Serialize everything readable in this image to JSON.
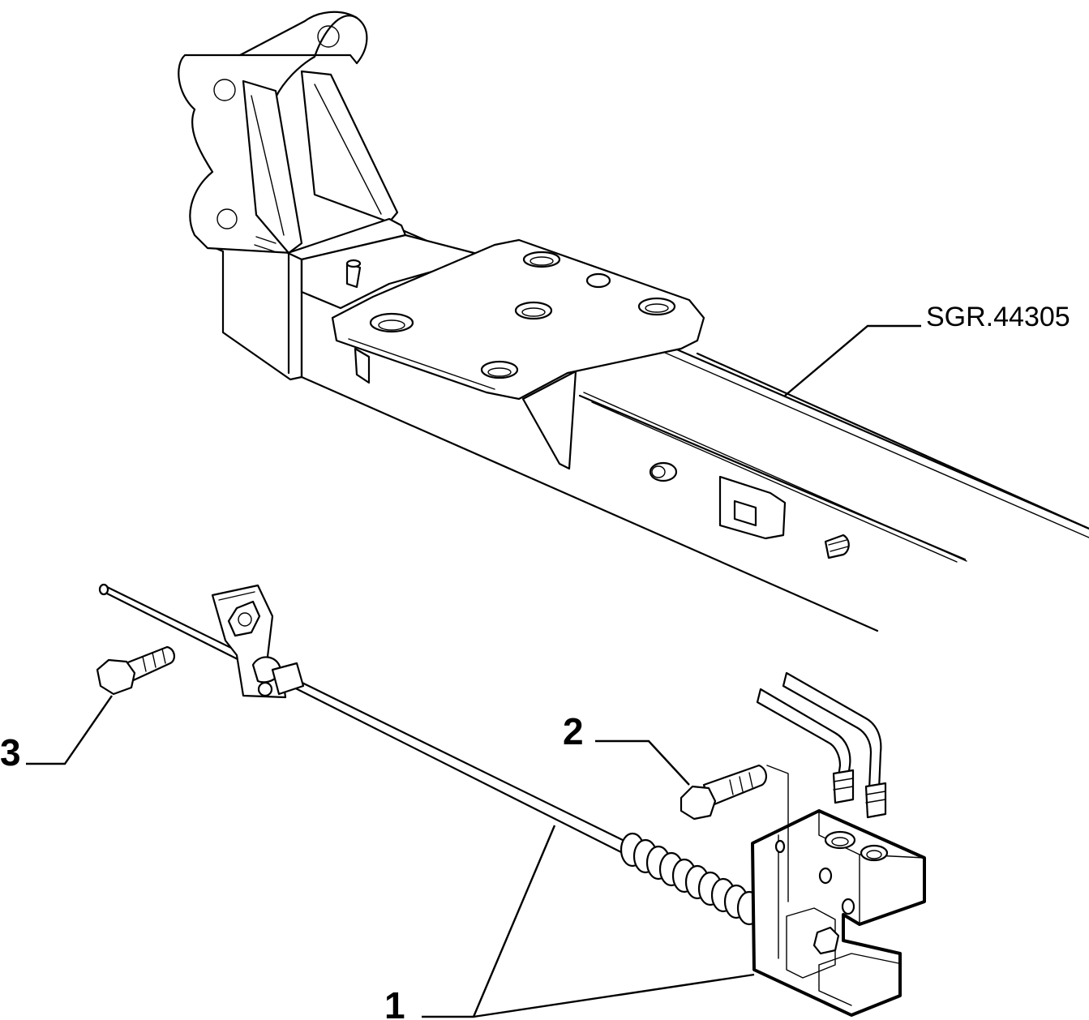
{
  "drawing_ref": "SGR.44305",
  "callouts": [
    {
      "label": "1",
      "part": "cable"
    },
    {
      "label": "2",
      "part": "bolt"
    },
    {
      "label": "3",
      "part": "bolt"
    }
  ]
}
